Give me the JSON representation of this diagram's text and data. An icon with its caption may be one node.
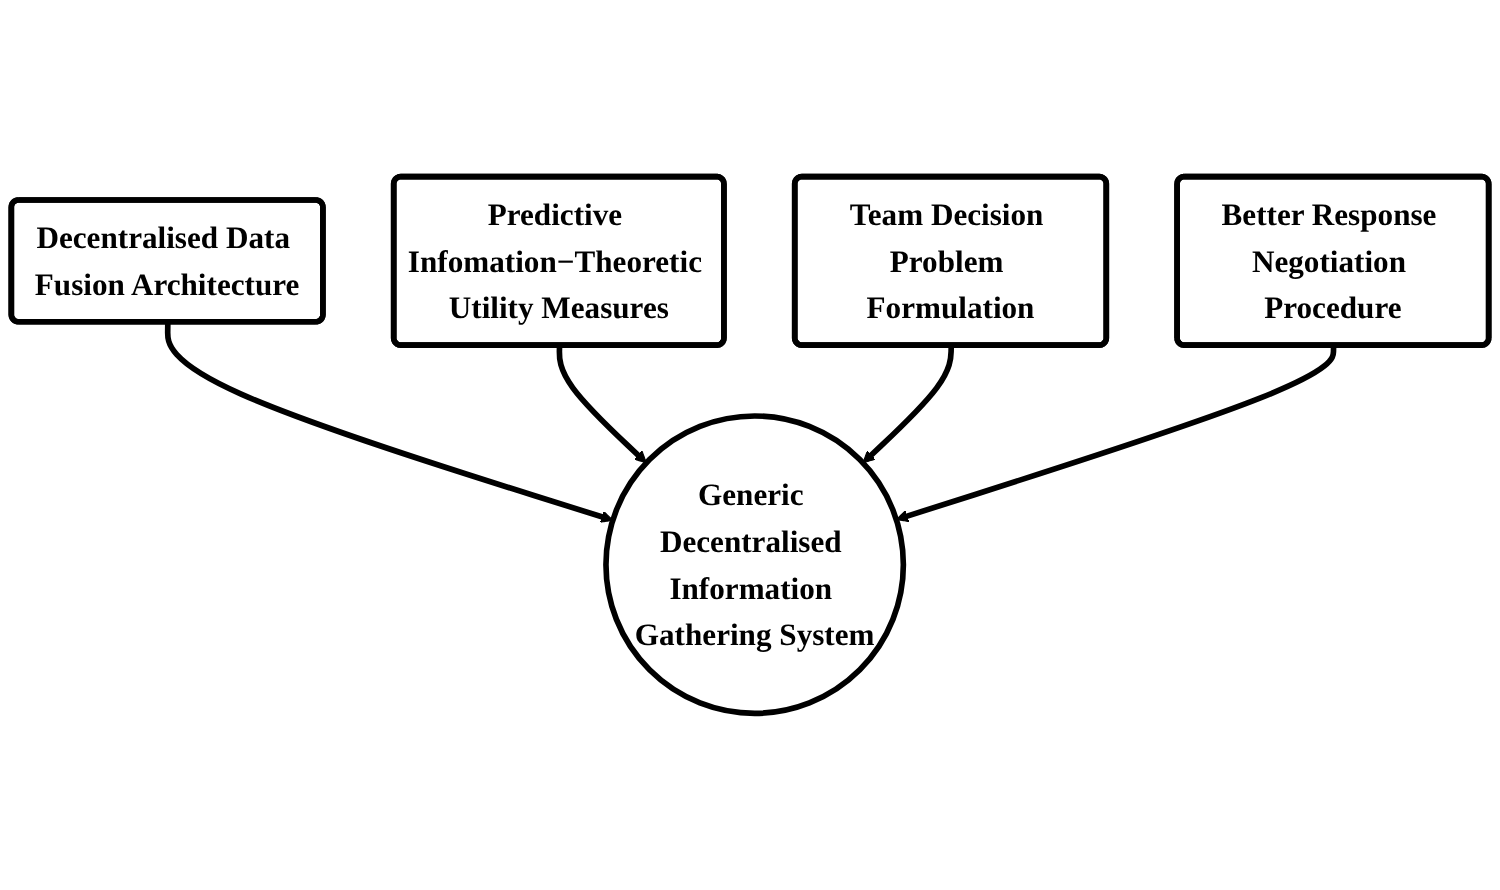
{
  "diagram": {
    "nodes": [
      {
        "text": [
          "Decentralised Data Fusion Architecture"
        ]
      },
      {
        "text": [
          "Predictive Infomation−Theoretic Utility Measures"
        ]
      },
      {
        "text": [
          "Generic Decentralised Information Gathering System"
        ]
      },
      {
        "text": [
          "Team Decision Problem Formulation"
        ]
      },
      {
        "text": [
          "Better Response Negotiation Procedure"
        ]
      }
    ],
    "edges": [
      {
        "from": 0,
        "to": 2,
        "arrow": "to"
      },
      {
        "from": 1,
        "to": 2,
        "arrow": "to"
      },
      {
        "from": 3,
        "to": 2,
        "arrow": "to"
      },
      {
        "from": 4,
        "to": 2,
        "arrow": "to"
      }
    ]
  }
}
